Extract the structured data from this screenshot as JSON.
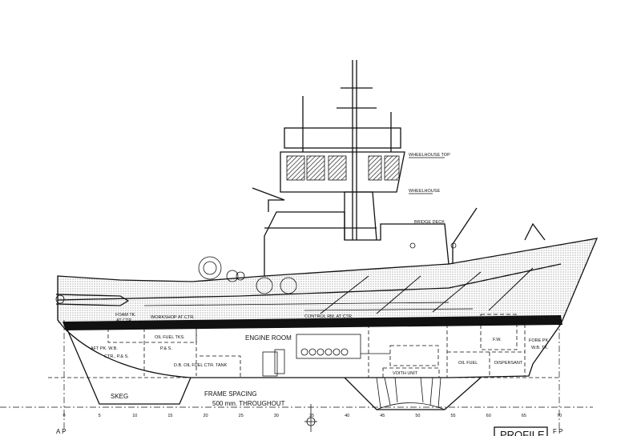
{
  "drawing": {
    "title": "PROFILE",
    "aft_perpendicular": "A P",
    "fore_perpendicular": "F P",
    "frame_note_line1": "FRAME SPACING",
    "frame_note_line2": "500 mm.  THROUGHOUT",
    "frame_numbers": [
      "0",
      "5",
      "10",
      "15",
      "20",
      "25",
      "30",
      "35",
      "40",
      "45",
      "50",
      "55",
      "60",
      "65",
      "70"
    ],
    "deck_labels": {
      "wheelhouse_top": "WHEELHOUSE TOP",
      "wheelhouse": "WHEELHOUSE",
      "bridge_deck": "BRIDGE DECK"
    },
    "compartments": {
      "foam_tk_1": "FOAM TK.",
      "foam_tk_2": "AT CTR.",
      "workshop": "WORKSHOP AT CTR.",
      "control_rm": "CONTROL RM. AT CTR.",
      "oil_fuel_tks": "OIL FUEL TKS.",
      "oil_fuel_tks_ps": "P.& S.",
      "engine_room": "ENGINE ROOM",
      "aft_pk_1": "AFT PK. W.B.",
      "aft_pk_2": "CTR., P.& S.",
      "db_oil_fuel": "D.B. OIL FUEL CTR. TANK",
      "skeg": "SKEG",
      "voith_unit": "VOITH UNIT",
      "fw": "F.W.",
      "oil_fuel": "OIL FUEL",
      "dispersant": "DISPERSANT",
      "fore_pk_1": "FORE PK.",
      "fore_pk_2": "W.B. TK."
    }
  }
}
